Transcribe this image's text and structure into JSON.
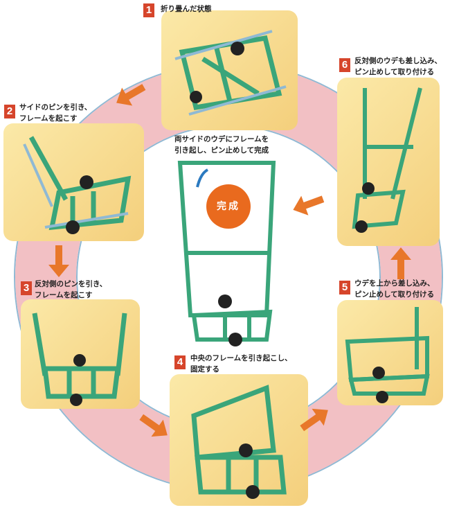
{
  "steps": [
    {
      "num": "1",
      "lines": [
        "折り畳んだ状態"
      ]
    },
    {
      "num": "2",
      "lines": [
        "サイドのピンを引き、",
        "フレームを起こす"
      ]
    },
    {
      "num": "3",
      "lines": [
        "反対側のピンを引き、",
        "フレームを起こす"
      ]
    },
    {
      "num": "4",
      "lines": [
        "中央のフレームを引き起こし、",
        "固定する"
      ]
    },
    {
      "num": "5",
      "lines": [
        "ウデを上から差し込み、",
        "ピン止めして取り付ける"
      ]
    },
    {
      "num": "6",
      "lines": [
        "反対側のウデも差し込み、",
        "ピン止めして取り付ける"
      ]
    }
  ],
  "center": {
    "lines": [
      "両サイドのウデにフレームを",
      "引き起し、ピン止めして完成"
    ],
    "badge": "完成"
  },
  "colors": {
    "ring": "#f2c0c4",
    "badge": "#d6452b",
    "arrow": "#e8772a",
    "frame": "#3aa57a"
  }
}
